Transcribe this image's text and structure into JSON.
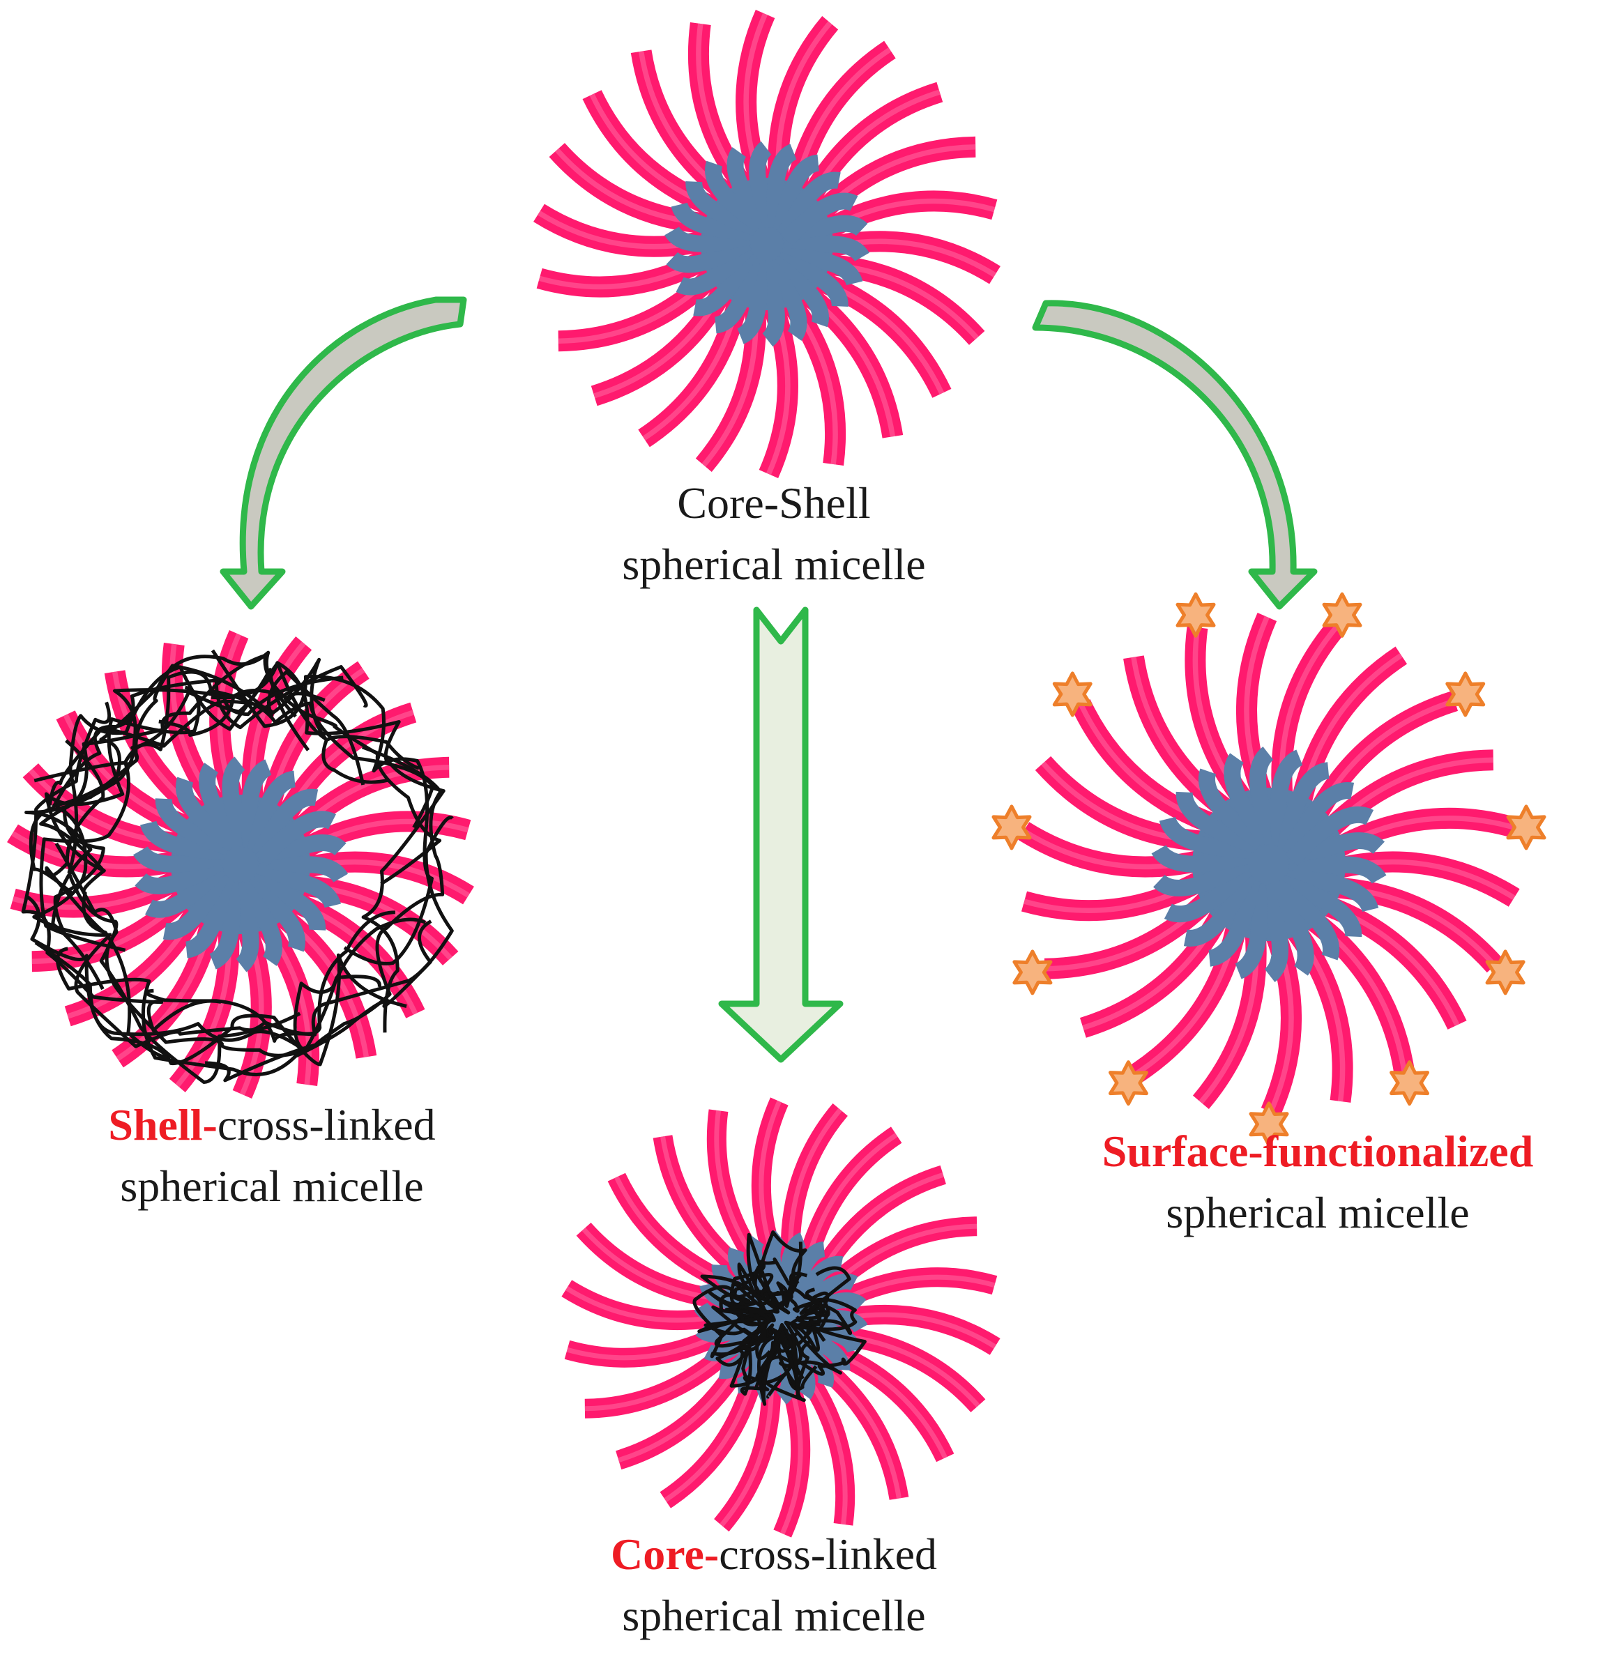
{
  "colors": {
    "shell_chain": "#ff1a6e",
    "shell_chain_light": "#ff6aa3",
    "core": "#5b7fa8",
    "arrow_stroke": "#2fb84a",
    "arrow_fill": "#e8efe0",
    "arrow_fill_curved": "#c9c9c0",
    "crosslink": "#111111",
    "star_fill": "#f7b37e",
    "star_stroke": "#ee7f2a",
    "highlight_text": "#ee1c24"
  },
  "micelles": {
    "core_shell": {
      "line1": "Core-Shell",
      "line2": "spherical micelle"
    },
    "shell_crosslinked": {
      "prefix": "Shell-",
      "rest": "cross-linked",
      "line2": "spherical micelle"
    },
    "core_crosslinked": {
      "prefix": "Core-",
      "rest": "cross-linked",
      "line2": "spherical micelle"
    },
    "surface_functionalized": {
      "prefix": "Surface-functionalized",
      "line2": "spherical micelle"
    }
  }
}
